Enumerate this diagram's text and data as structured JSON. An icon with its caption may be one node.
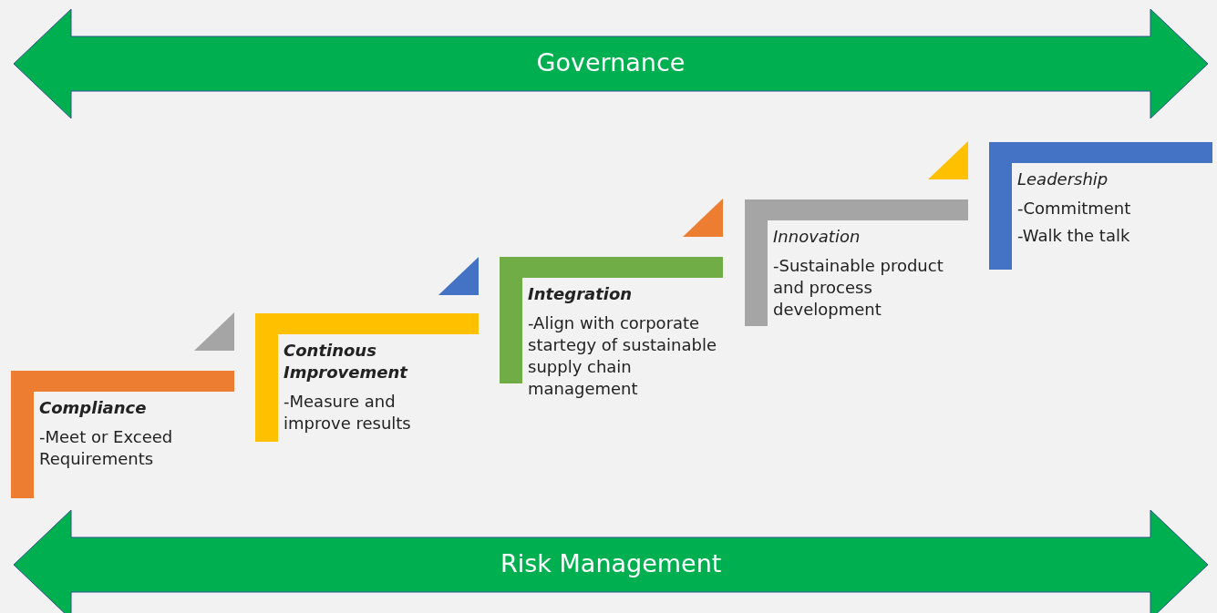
{
  "diagram": {
    "nodes": [
      {
        "text": [
          "Governance"
        ]
      },
      {
        "text": [
          "Compliance",
          "-Meet or Exceed Requirements"
        ]
      },
      {
        "text": [
          "Continous Improvement",
          "-Measure and improve results"
        ]
      },
      {
        "text": [
          "Integration",
          "-Align with corporate startegy of sustainable supply chain management"
        ]
      },
      {
        "text": [
          "Innovation",
          "-Sustainable product and process development"
        ]
      },
      {
        "text": [
          "Leadership",
          "-Commitment",
          "-Walk the talk"
        ]
      },
      {
        "text": [
          "Risk Management"
        ]
      }
    ],
    "edges": []
  }
}
